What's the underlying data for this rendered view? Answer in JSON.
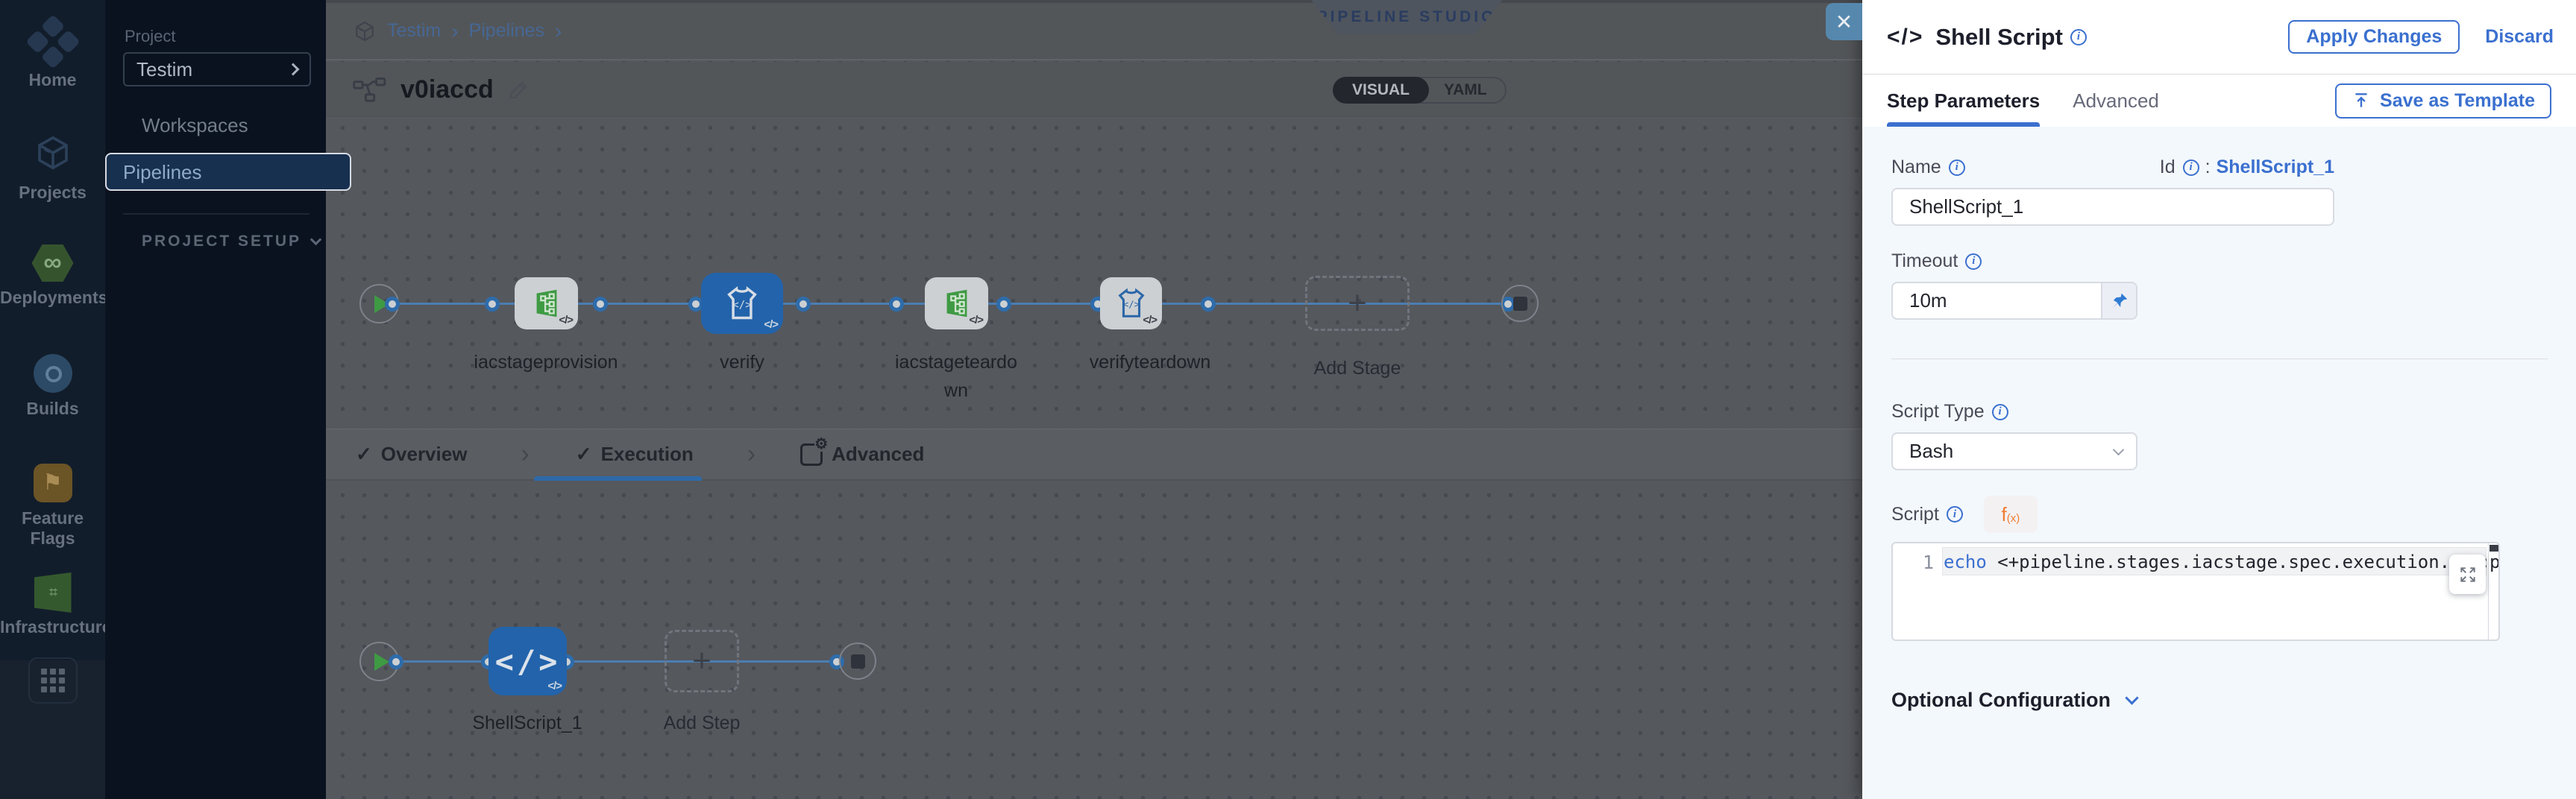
{
  "colors": {
    "accent_blue": "#3b70cf",
    "node_blue": "#2263ab",
    "green": "#3f9a44",
    "close_btn_blue": "#5688ad"
  },
  "icons": {
    "check": "✓",
    "chevron": "›",
    "close": "✕",
    "plus": "+",
    "infinity": "∞",
    "flag": "⚑",
    "gear": "⚙",
    "code_badge": "</>",
    "shell_glyph": "</>",
    "infra_glyph": "⌗"
  },
  "rail": {
    "items": [
      {
        "label": "Home"
      },
      {
        "label": "Projects"
      },
      {
        "label": "Deployments"
      },
      {
        "label": "Builds"
      },
      {
        "label": "Feature Flags"
      },
      {
        "label": "Infrastructures"
      }
    ]
  },
  "nav": {
    "project_label": "Project",
    "project_name": "Testim",
    "items": [
      {
        "label": "Workspaces"
      },
      {
        "label": "Pipelines"
      }
    ],
    "setup_label": "PROJECT SETUP"
  },
  "header": {
    "breadcrumb": [
      {
        "label": "Testim"
      },
      {
        "label": "Pipelines"
      }
    ],
    "pipeline_name": "v0iaccd",
    "studio_badge": "PIPELINE STUDIO",
    "view_toggle": [
      {
        "label": "VISUAL"
      },
      {
        "label": "YAML"
      }
    ]
  },
  "graph": {
    "stages": [
      {
        "label": "iacstageprovision",
        "type": "infra"
      },
      {
        "label": "verify",
        "type": "custom",
        "selected": true
      },
      {
        "label": "iacstageteardown",
        "type": "infra"
      },
      {
        "label": "verifyteardown",
        "type": "custom"
      }
    ],
    "add_stage": "Add Stage"
  },
  "execution": {
    "tabs": [
      {
        "label": "Overview"
      },
      {
        "label": "Execution"
      },
      {
        "label": "Advanced"
      }
    ],
    "step_name": "ShellScript_1",
    "add_step": "Add Step"
  },
  "panel": {
    "title": "Shell Script",
    "apply": "Apply Changes",
    "discard": "Discard",
    "tabs": [
      {
        "label": "Step Parameters"
      },
      {
        "label": "Advanced"
      }
    ],
    "save_template": "Save as Template",
    "name_label": "Name",
    "name_value": "ShellScript_1",
    "id_label": "Id",
    "id_sep": ":",
    "id_value": "ShellScript_1",
    "timeout_label": "Timeout",
    "timeout_value": "10m",
    "script_type_label": "Script Type",
    "script_type_value": "Bash",
    "script_label": "Script",
    "fx": "f",
    "fx_sub": "(x)",
    "editor": {
      "line_no": "1",
      "keyword": "echo",
      "rest": " <+pipeline.stages.iacstage.spec.execution.step",
      "tail": "ppl"
    },
    "optional_title": "Optional Configuration"
  }
}
